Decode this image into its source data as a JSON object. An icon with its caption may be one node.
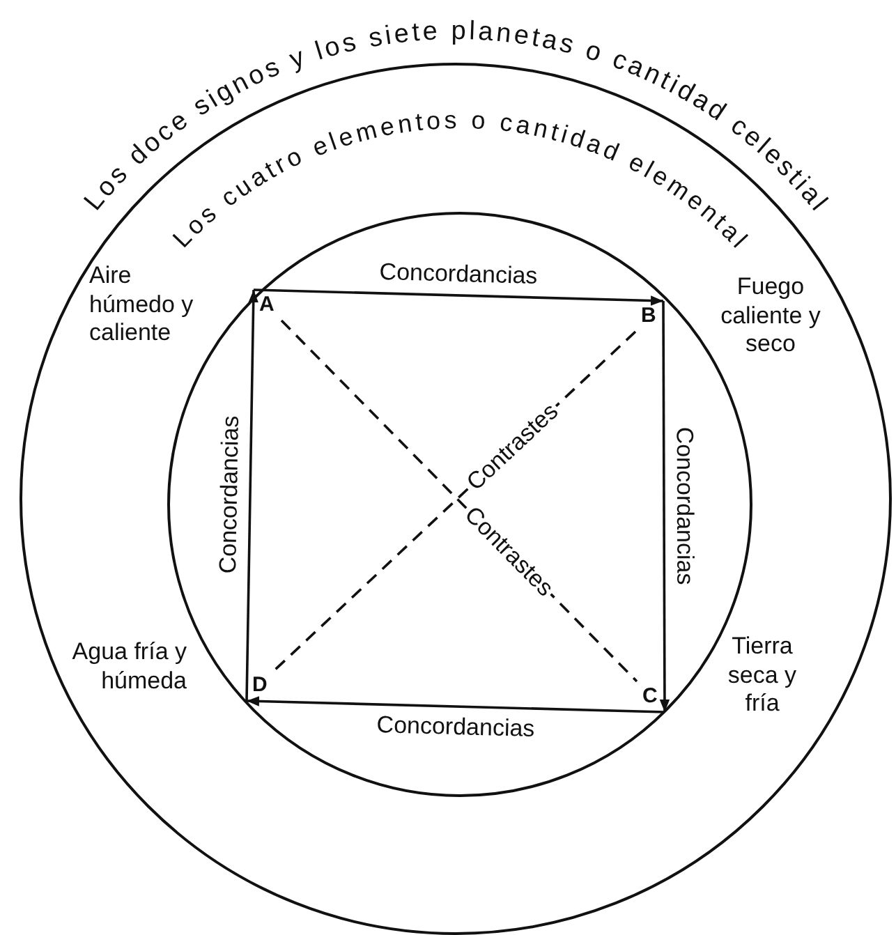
{
  "diagram": {
    "nodes": [
      {
        "text": [
          "Los doce signos y los siete planetas o cantidad celestial"
        ]
      },
      {
        "text": [
          "Los cuatro elementos o cantidad elemental"
        ],
        "in": 0
      },
      {
        "text": [
          "A"
        ],
        "beside": [
          "Aire húmedo y caliente"
        ],
        "in": 1
      },
      {
        "text": [
          "B"
        ],
        "beside": [
          "Fuego caliente y seco"
        ],
        "in": 1
      },
      {
        "text": [
          "C"
        ],
        "beside": [
          "Tierra seca y fría"
        ],
        "in": 1
      },
      {
        "text": [
          "D"
        ],
        "beside": [
          "Agua fría y húmeda"
        ],
        "in": 1
      }
    ],
    "edges": [
      {
        "from": 2,
        "to": 3,
        "arrow": "to",
        "label": "Concordancias"
      },
      {
        "from": 3,
        "to": 4,
        "arrow": "to",
        "label": "Concordancias"
      },
      {
        "from": 4,
        "to": 5,
        "arrow": "to",
        "label": "Concordancias"
      },
      {
        "from": 5,
        "to": 2,
        "arrow": "to",
        "label": "Concordancias"
      },
      {
        "from": 2,
        "to": 4,
        "arrow": "none",
        "label": "Contrastes",
        "style": "dashed"
      },
      {
        "from": 3,
        "to": 5,
        "arrow": "none",
        "label": "Contrastes",
        "style": "dashed"
      }
    ]
  }
}
